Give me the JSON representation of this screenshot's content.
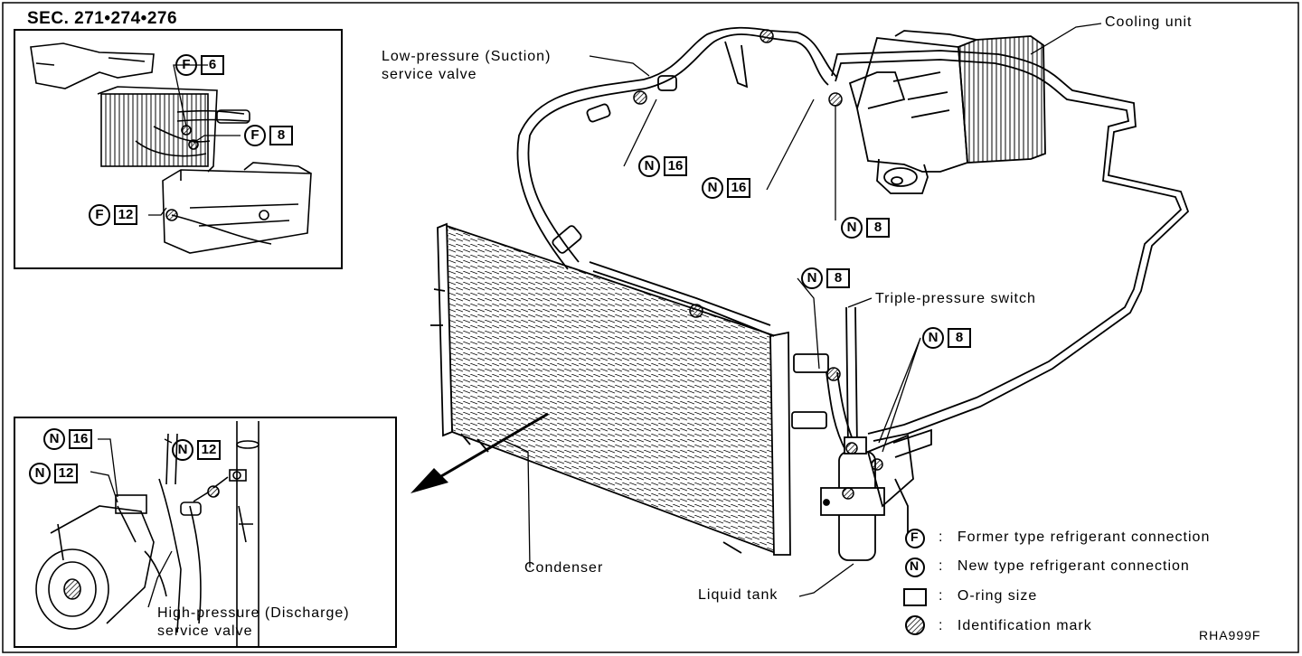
{
  "section_code": "SEC. 271•274•276",
  "figure_id": "RHA999F",
  "labels": {
    "cooling_unit": "Cooling unit",
    "low_pressure_line1": "Low-pressure (Suction)",
    "low_pressure_line2": "service valve",
    "triple_pressure_switch": "Triple-pressure switch",
    "condenser": "Condenser",
    "liquid_tank": "Liquid tank",
    "high_pressure_line1": "High-pressure (Discharge)",
    "high_pressure_line2": "service valve"
  },
  "connection_tags": [
    {
      "type": "F",
      "size": "6"
    },
    {
      "type": "F",
      "size": "8"
    },
    {
      "type": "F",
      "size": "12"
    },
    {
      "type": "N",
      "size": "16"
    },
    {
      "type": "N",
      "size": "16"
    },
    {
      "type": "N",
      "size": "8"
    },
    {
      "type": "N",
      "size": "8"
    },
    {
      "type": "N",
      "size": "8"
    },
    {
      "type": "N",
      "size": "16"
    },
    {
      "type": "N",
      "size": "12"
    },
    {
      "type": "N",
      "size": "12"
    }
  ],
  "legend": [
    {
      "symbol": "F",
      "separator": ":",
      "text": "Former type refrigerant connection"
    },
    {
      "symbol": "N",
      "separator": ":",
      "text": "New type refrigerant connection"
    },
    {
      "symbol": "square",
      "separator": ":",
      "text": "O-ring size"
    },
    {
      "symbol": "hatched-circle",
      "separator": ":",
      "text": "Identification mark"
    }
  ]
}
